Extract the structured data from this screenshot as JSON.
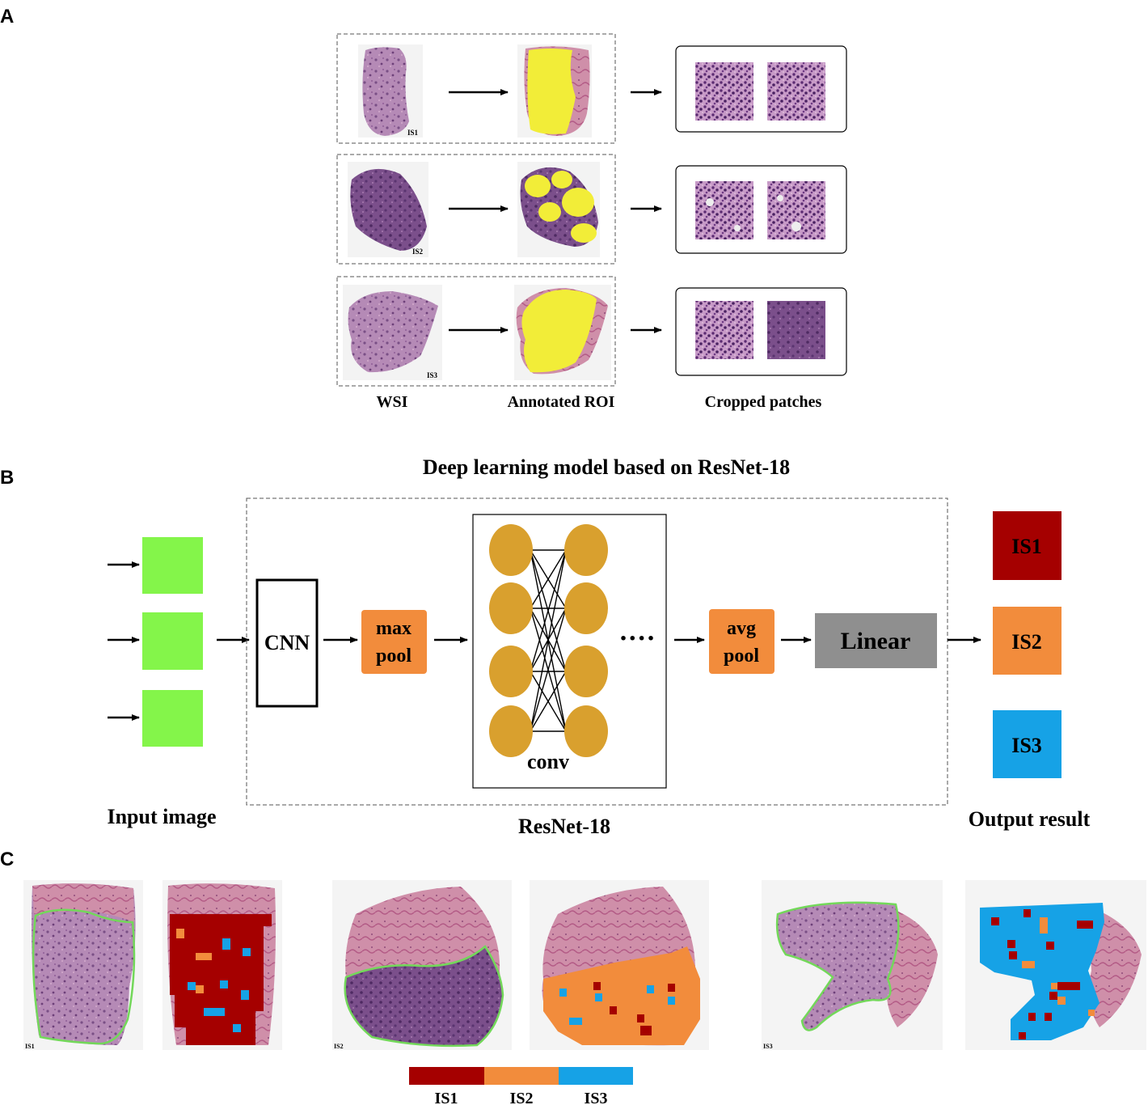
{
  "panels": {
    "a": {
      "letter": "A",
      "rows": [
        {
          "tag": "IS1"
        },
        {
          "tag": "IS2"
        },
        {
          "tag": "IS3"
        }
      ],
      "column_labels": [
        "WSI",
        "Annotated ROI",
        "Cropped patches"
      ]
    },
    "b": {
      "letter": "B",
      "title": "Deep learning model based on ResNet-18",
      "input_label": "Input image",
      "cnn_label": "CNN",
      "maxpool_lines": [
        "max",
        "pool"
      ],
      "conv_label": "conv",
      "dots": "····",
      "avgpool_lines": [
        "avg",
        "pool"
      ],
      "linear_label": "Linear",
      "resnet_label": "ResNet-18",
      "outputs": [
        "IS1",
        "IS2",
        "IS3"
      ],
      "output_label": "Output result"
    },
    "c": {
      "letter": "C",
      "slide_tags": [
        "IS1",
        "IS2",
        "IS3"
      ],
      "legend": [
        "IS1",
        "IS2",
        "IS3"
      ]
    }
  },
  "colors": {
    "is1": "#a50000",
    "is2": "#f28c3c",
    "is3": "#16a2e6",
    "input_patch": "#84f54a",
    "linear": "#8f8f8f",
    "neuron": "#d9a02e",
    "roi": "#f2ed38",
    "outline": "#73d85a"
  }
}
